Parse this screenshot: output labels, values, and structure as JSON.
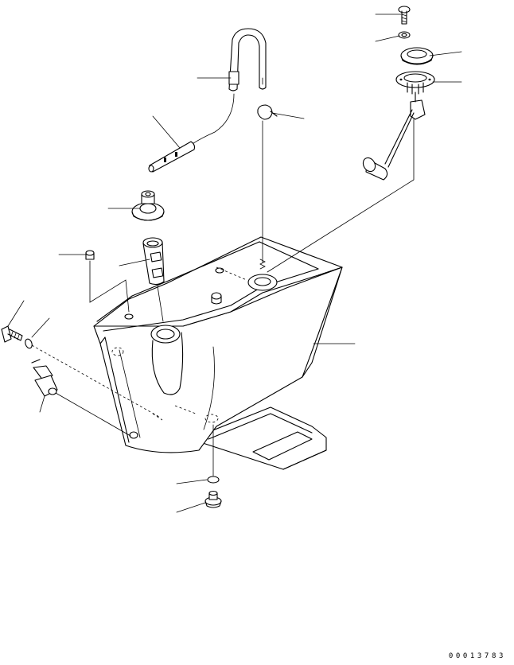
{
  "drawing": {
    "reference_number": "00013783",
    "ink_color": "#000000",
    "paper_color": "#ffffff",
    "parts": [
      "filler-hose",
      "breather-tube",
      "clip",
      "vent-cap",
      "strainer",
      "plug",
      "screw",
      "washer",
      "gauge-cover",
      "fuel-gauge-sender",
      "float",
      "fuel-tank",
      "drain-valve",
      "bolt",
      "bolt-washer",
      "gasket",
      "drain-plug"
    ]
  }
}
